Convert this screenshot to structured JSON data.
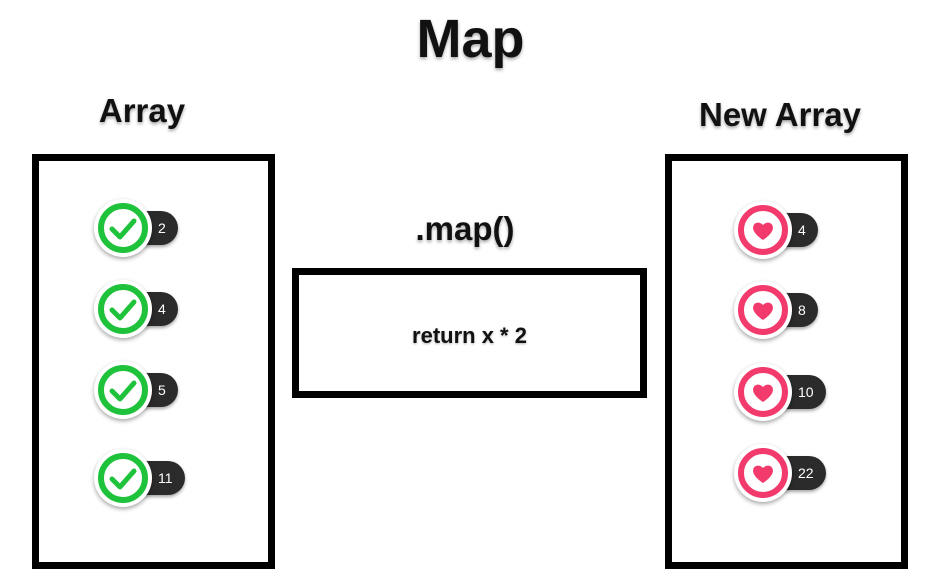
{
  "title": "Map",
  "left": {
    "heading": "Array",
    "items": [
      "2",
      "4",
      "5",
      "11"
    ],
    "accent": "#1fc23b",
    "icon": "check-circle-icon"
  },
  "function": {
    "label": ".map()",
    "body": "return x * 2"
  },
  "right": {
    "heading": "New Array",
    "items": [
      "4",
      "8",
      "10",
      "22"
    ],
    "accent": "#f23a6c",
    "icon": "heart-circle-icon"
  }
}
